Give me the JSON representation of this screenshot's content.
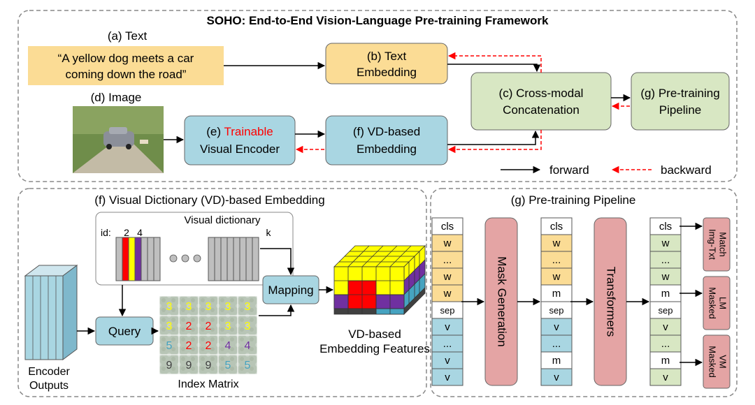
{
  "title": "SOHO: End-to-End Vision-Language Pre-training Framework",
  "colors": {
    "text_box": "#fbdc95",
    "green_box": "#d8e7c3",
    "blue_box": "#a9d6e2",
    "pink_box": "#e4a4a4",
    "red": "#ff0000",
    "yellow": "#ffff00",
    "purple": "#7030a0",
    "gray": "#bfbfbf",
    "teal": "#46a3c0",
    "dark": "#404040"
  },
  "top": {
    "text_label": "(a) Text",
    "text_line1": "“A yellow dog meets a car",
    "text_line2": "coming down the road”",
    "text_emb_line1": "(b) Text",
    "text_emb_line2": "Embedding",
    "image_label": "(d) Image",
    "image_icon": "photo-car-on-road",
    "encoder_line1_prefix": "(e) ",
    "encoder_line1_highlight": "Trainable",
    "encoder_line2": "Visual Encoder",
    "vd_emb_line1": "(f) VD-based",
    "vd_emb_line2": "Embedding",
    "concat_line1": "(c) Cross-modal",
    "concat_line2": "Concatenation",
    "pretrain_line1": "(g) Pre-training",
    "pretrain_line2": "Pipeline",
    "legend_forward": "forward",
    "legend_backward": "backward"
  },
  "vd_panel": {
    "title": "(f) Visual Dictionary (VD)-based Embedding",
    "dict_title": "Visual dictionary",
    "id_label": "id:",
    "id_2": "2",
    "id_4": "4",
    "id_k": "k",
    "encoder_outputs_line1": "Encoder",
    "encoder_outputs_line2": "Outputs",
    "query": "Query",
    "mapping": "Mapping",
    "index_matrix_label": "Index Matrix",
    "features_line1": "VD-based",
    "features_line2": "Embedding Features",
    "index_matrix": [
      [
        "3",
        "3",
        "3",
        "3",
        "3"
      ],
      [
        "3",
        "2",
        "2",
        "3",
        "3"
      ],
      [
        "5",
        "2",
        "2",
        "4",
        "4"
      ],
      [
        "9",
        "9",
        "9",
        "5",
        "5"
      ]
    ]
  },
  "pipe_panel": {
    "title": "(g) Pre-training Pipeline",
    "col1": [
      "cls",
      "w",
      "...",
      "w",
      "w",
      "sep",
      "v",
      "...",
      "v",
      "v"
    ],
    "col2": [
      "cls",
      "w",
      "...",
      "w",
      "m",
      "sep",
      "v",
      "...",
      "m",
      "v"
    ],
    "col3": [
      "cls",
      "w",
      "...",
      "w",
      "m",
      "sep",
      "v",
      "...",
      "m",
      "v"
    ],
    "mask_generation": "Mask Generation",
    "transformers": "Transformers",
    "task1_line1": "Img-Txt",
    "task1_line2": "Match",
    "task2_line1": "Masked",
    "task2_line2": "LM",
    "task3_line1": "Masked",
    "task3_line2": "VM"
  }
}
